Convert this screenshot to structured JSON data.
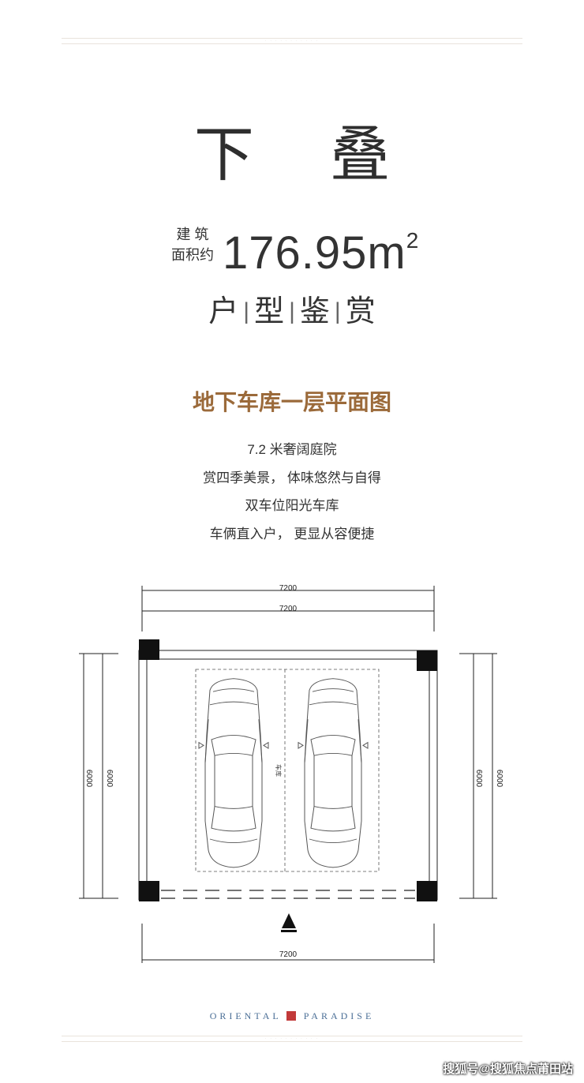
{
  "header": {
    "title": "下 叠",
    "area_label_line1": "建 筑",
    "area_label_line2": "面积约",
    "area_value": "176.95m",
    "area_sup": "2",
    "subtitle_words": [
      "户",
      "型",
      "鉴",
      "赏"
    ]
  },
  "section": {
    "title": "地下车库一层平面图",
    "lines": [
      "7.2 米奢阔庭院",
      "赏四季美景， 体味悠然与自得",
      "双车位阳光车库",
      "车俩直入户， 更显从容便捷"
    ]
  },
  "floor_plan": {
    "dim_top_outer": "7200",
    "dim_top_inner": "7200",
    "dim_bottom": "7200",
    "dim_left_outer": "6000",
    "dim_left_inner": "6000",
    "dim_right_inner": "6000",
    "dim_right_outer": "6000",
    "parking_label": "车库"
  },
  "footer": {
    "brand_left": "ORIENTAL",
    "brand_right": "PARADISE"
  },
  "watermark": "搜狐号@搜狐焦点莆田站"
}
